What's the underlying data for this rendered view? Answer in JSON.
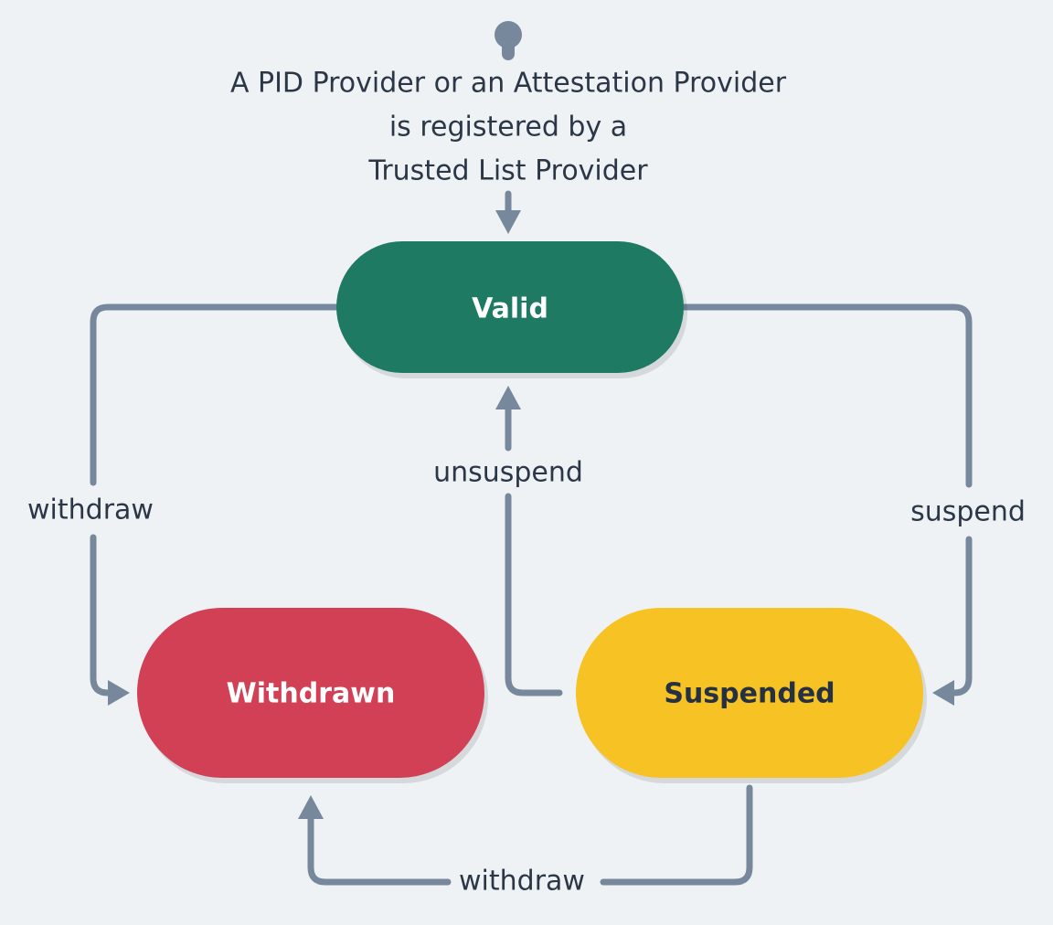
{
  "diagram": {
    "type": "state-machine",
    "background_color": "#eff2f5",
    "edge_color": "#77889c",
    "caption": {
      "lines": [
        "A PID Provider or an Attestation Provider",
        "is registered by a",
        "Trusted List Provider"
      ],
      "text_color": "#2b3747"
    },
    "start_marker": {
      "name": "start-node"
    },
    "states": [
      {
        "id": "valid",
        "label": "Valid",
        "fill": "#1e7a62",
        "text_color": "#ffffff"
      },
      {
        "id": "withdrawn",
        "label": "Withdrawn",
        "fill": "#d14055",
        "text_color": "#ffffff"
      },
      {
        "id": "suspended",
        "label": "Suspended",
        "fill": "#f7c224",
        "text_color": "#253142"
      }
    ],
    "transitions": [
      {
        "id": "valid-to-withdrawn",
        "label": "withdraw",
        "from": "valid",
        "to": "withdrawn"
      },
      {
        "id": "valid-to-suspended",
        "label": "suspend",
        "from": "valid",
        "to": "suspended"
      },
      {
        "id": "suspended-to-valid",
        "label": "unsuspend",
        "from": "suspended",
        "to": "valid"
      },
      {
        "id": "suspended-to-withdrawn",
        "label": "withdraw",
        "from": "suspended",
        "to": "withdrawn"
      }
    ]
  }
}
